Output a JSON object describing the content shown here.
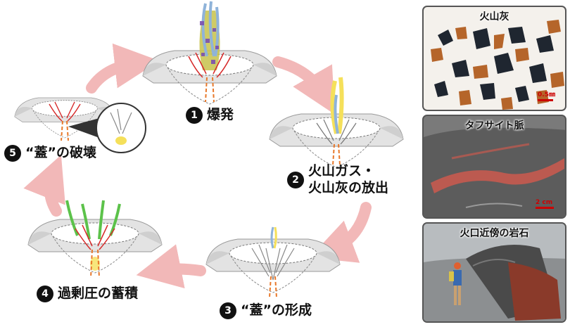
{
  "stages": [
    {
      "num": "1",
      "label": "爆発"
    },
    {
      "num": "2",
      "label_line1": "火山ガス・",
      "label_line2": "火山灰の放出"
    },
    {
      "num": "3",
      "label": "“蓋”の形成"
    },
    {
      "num": "4",
      "label": "過剰圧の蓄積"
    },
    {
      "num": "5",
      "label": "“蓋”の破壊"
    }
  ],
  "photos": [
    {
      "title": "火山灰",
      "scale": "0.5㎜"
    },
    {
      "title": "タフサイト脈",
      "scale": "2 cm"
    },
    {
      "title": "火口近傍の岩石"
    }
  ],
  "colors": {
    "arrow": "#f2b8b8",
    "crater_gray": "#d9d9d9",
    "fracture_red": "#d62828",
    "conduit_orange": "#e8782a",
    "gas_green": "#5cc24a",
    "plume_blue": "#8fb3d9",
    "plume_yellow": "#f5e05a"
  }
}
